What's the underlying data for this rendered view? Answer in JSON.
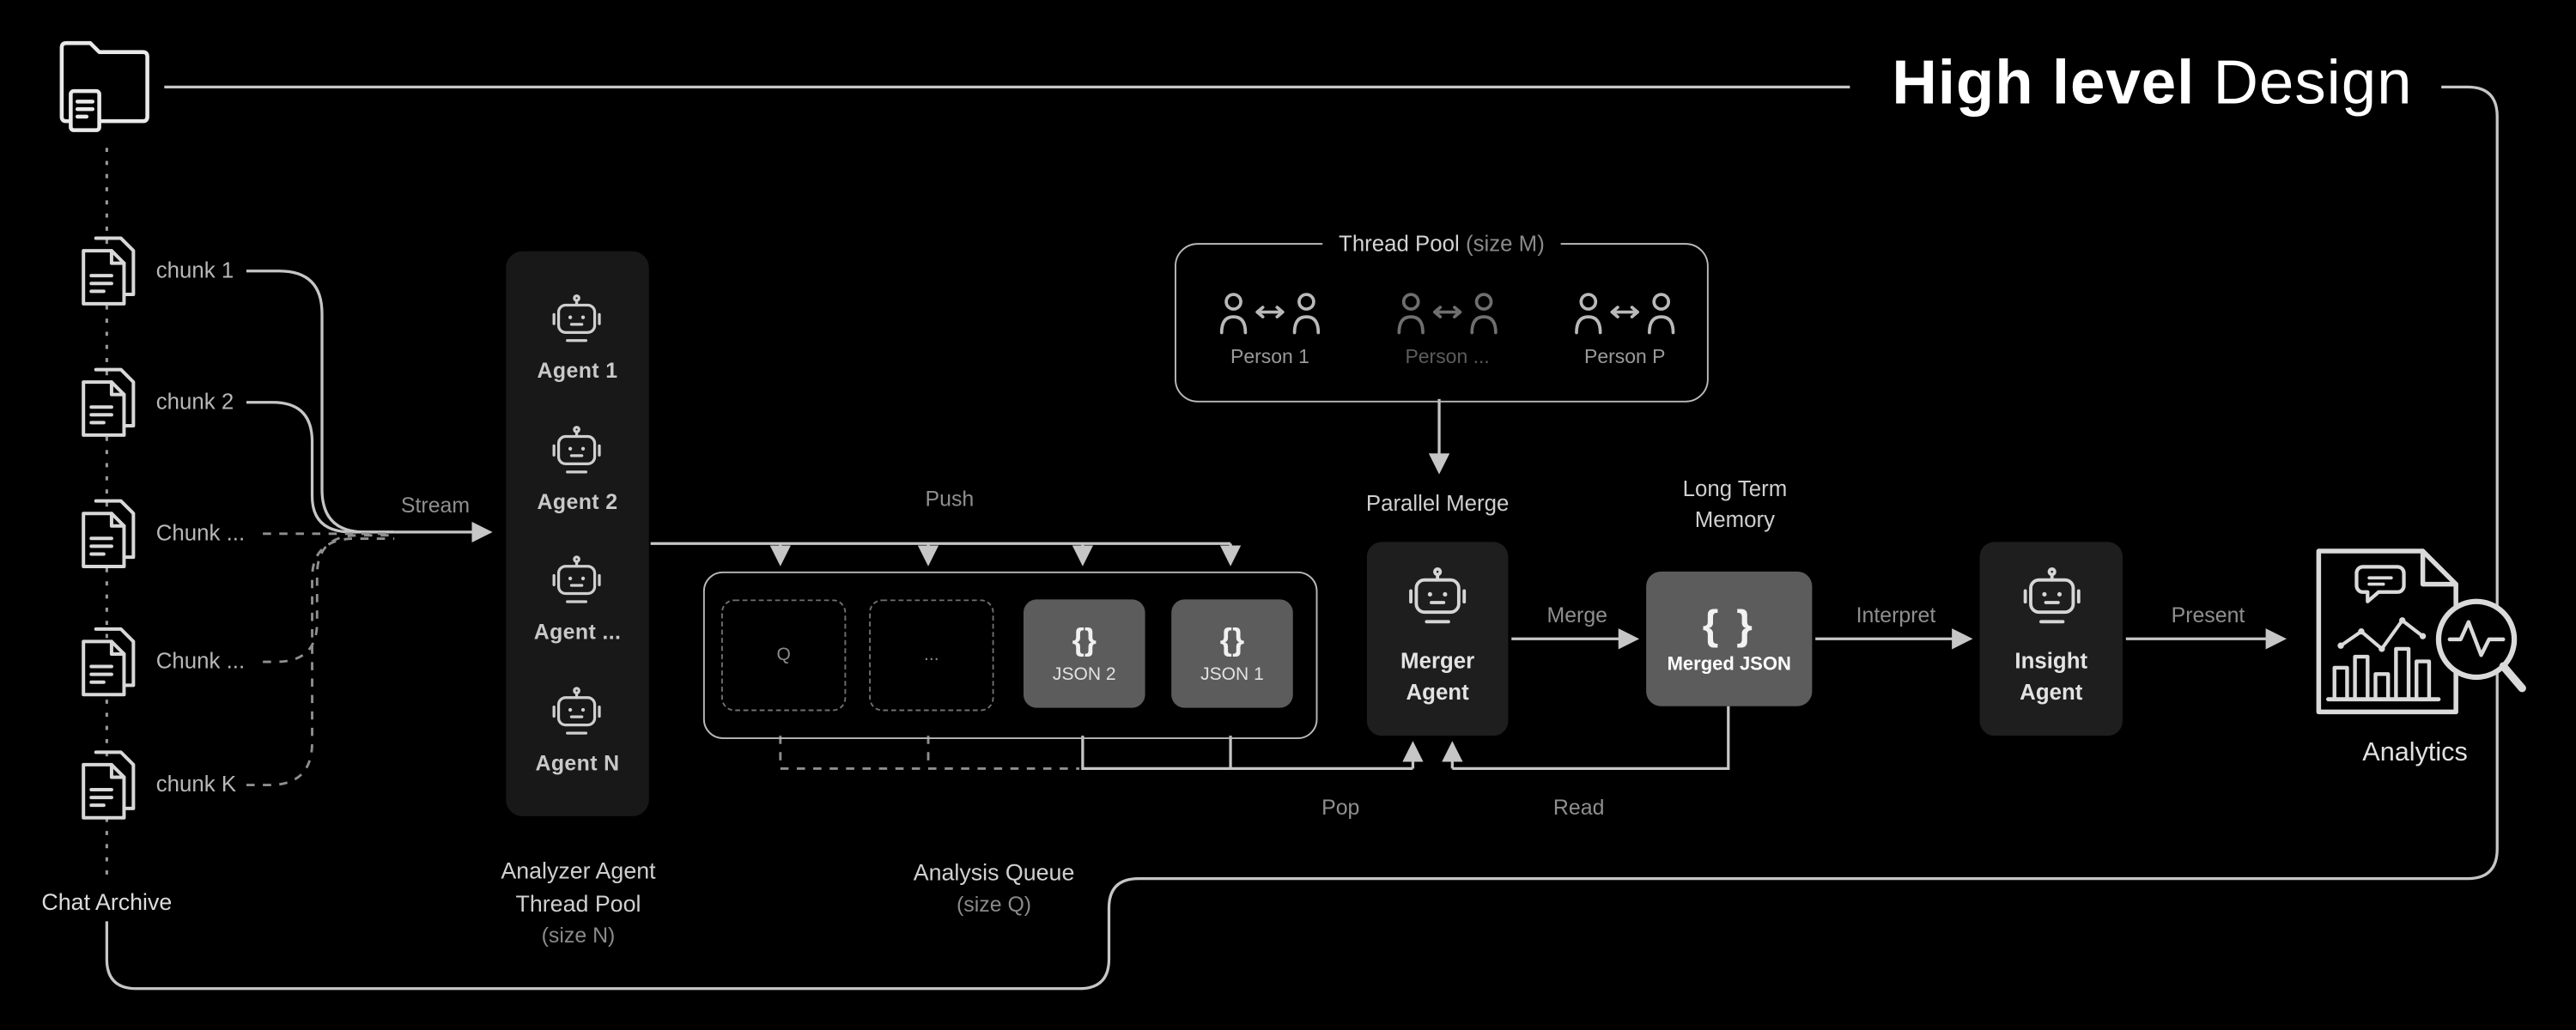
{
  "title": {
    "bold": "High level",
    "light": " Design"
  },
  "archive": {
    "label": "Chat Archive",
    "chunks": [
      "chunk 1",
      "chunk 2",
      "Chunk ...",
      "Chunk ...",
      "chunk K"
    ]
  },
  "flow_labels": {
    "stream": "Stream",
    "push": "Push",
    "parallel_merge": "Parallel Merge",
    "merge": "Merge",
    "interpret": "Interpret",
    "present": "Present",
    "pop": "Pop",
    "read": "Read"
  },
  "analyzer_pool": {
    "agents": [
      "Agent 1",
      "Agent 2",
      "Agent ...",
      "Agent N"
    ],
    "caption": [
      "Analyzer Agent",
      "Thread Pool",
      "(size N)"
    ]
  },
  "queue": {
    "slots": [
      {
        "label": "Q",
        "glyph": "",
        "filled": false
      },
      {
        "label": "...",
        "glyph": "",
        "filled": false
      },
      {
        "label": "JSON 2",
        "glyph": "{}",
        "filled": true
      },
      {
        "label": "JSON 1",
        "glyph": "{}",
        "filled": true
      }
    ],
    "caption": [
      "Analysis Queue",
      "(size Q)"
    ]
  },
  "thread_pool": {
    "title": "Thread Pool",
    "size": "(size M)",
    "persons": [
      "Person 1",
      "Person ...",
      "Person P"
    ]
  },
  "long_term_memory": [
    "Long Term",
    "Memory"
  ],
  "merger_agent": [
    "Merger",
    "Agent"
  ],
  "merged_json": {
    "glyph": "{ }",
    "label": "Merged JSON"
  },
  "insight_agent": [
    "Insight",
    "Agent"
  ],
  "analytics": {
    "label": "Analytics"
  }
}
